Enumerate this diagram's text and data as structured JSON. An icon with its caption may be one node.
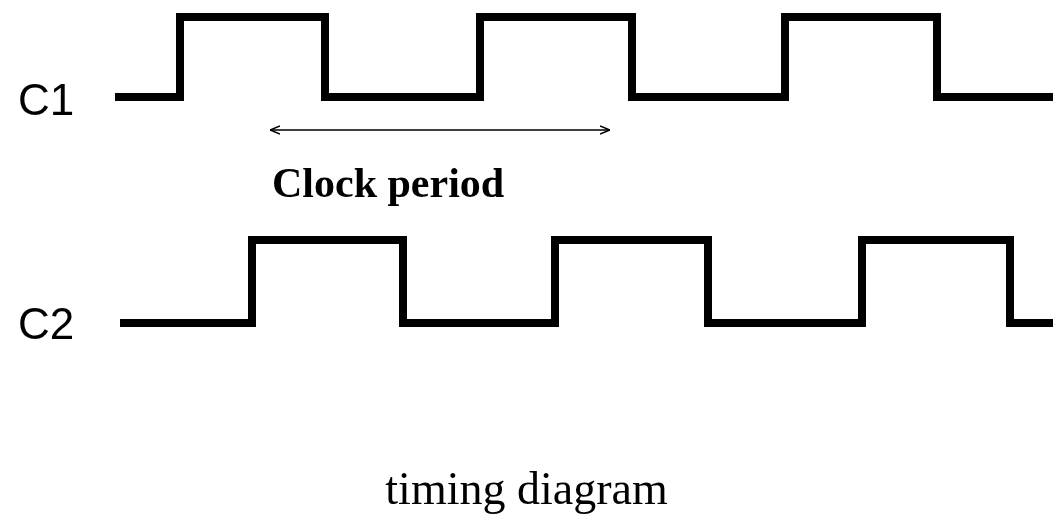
{
  "diagram": {
    "caption": "timing diagram",
    "labels": [
      "C1",
      "Clock period",
      "C2"
    ]
  }
}
